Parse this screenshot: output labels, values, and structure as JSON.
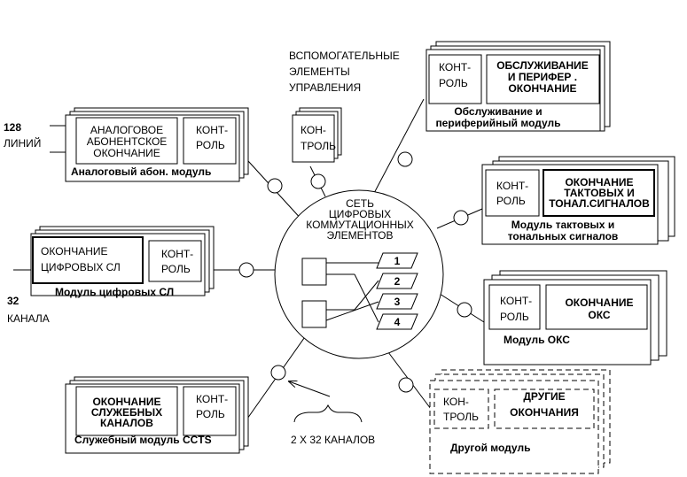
{
  "aux": {
    "label": [
      "ВСПОМОГАТЕЛЬНЫЕ",
      "ЭЛЕМЕНТЫ",
      "УПРАВЛЕНИЯ"
    ],
    "control": [
      "КОН-",
      "ТРОЛЬ"
    ]
  },
  "network": {
    "label": [
      "СЕТЬ",
      "ЦИФРОВЫХ",
      "КОММУТАЦИОННЫХ",
      "ЭЛЕМЕНТОВ"
    ],
    "ports": [
      "1",
      "2",
      "3",
      "4"
    ]
  },
  "analog": {
    "lines_label": [
      "128",
      "ЛИНИЙ"
    ],
    "termination": [
      "АНАЛОГОВОЕ",
      "АБОНЕНТСКОЕ",
      "ОКОНЧАНИЕ"
    ],
    "control": [
      "КОНТ-",
      "РОЛЬ"
    ],
    "caption": "Аналоговый  абон. модуль"
  },
  "digital": {
    "termination": [
      "ОКОНЧАНИЕ",
      "ЦИФРОВЫХ  СЛ"
    ],
    "control": [
      "КОНТ-",
      "РОЛЬ"
    ],
    "caption": "Модуль цифровых СЛ",
    "channels_label": [
      "32",
      "КАНАЛА"
    ]
  },
  "service": {
    "termination": [
      "ОКОНЧАНИЕ",
      "СЛУЖЕБНЫХ",
      "КАНАЛОВ"
    ],
    "control": [
      "КОНТ-",
      "РОЛЬ"
    ],
    "caption": "Служебный модуль CCTS"
  },
  "maintenance": {
    "control": [
      "КОНТ-",
      "РОЛЬ"
    ],
    "termination": [
      "ОБСЛУЖИВАНИЕ",
      "И  ПЕРИФЕР .",
      "ОКОНЧАНИЕ"
    ],
    "caption": [
      "Обслуживание  и",
      "периферийный  модуль"
    ]
  },
  "clock": {
    "control": [
      "КОНТ-",
      "РОЛЬ"
    ],
    "termination": [
      "ОКОНЧАНИЕ",
      "ТАКТОВЫХ   И",
      "ТОНАЛ.СИГНАЛОВ"
    ],
    "caption": [
      "Модуль тактовых  и",
      "тональных сигналов"
    ]
  },
  "oks": {
    "control": [
      "КОНТ-",
      "РОЛЬ"
    ],
    "termination": [
      "ОКОНЧАНИЕ",
      "ОКС"
    ],
    "caption": "Модуль   ОКС"
  },
  "other": {
    "control": [
      "КОН-",
      "ТРОЛЬ"
    ],
    "termination": [
      "ДРУГИЕ",
      "ОКОНЧАНИЯ"
    ],
    "caption": "Другой  модуль"
  },
  "channels_note": "2 Х 32  КАНАЛОВ"
}
